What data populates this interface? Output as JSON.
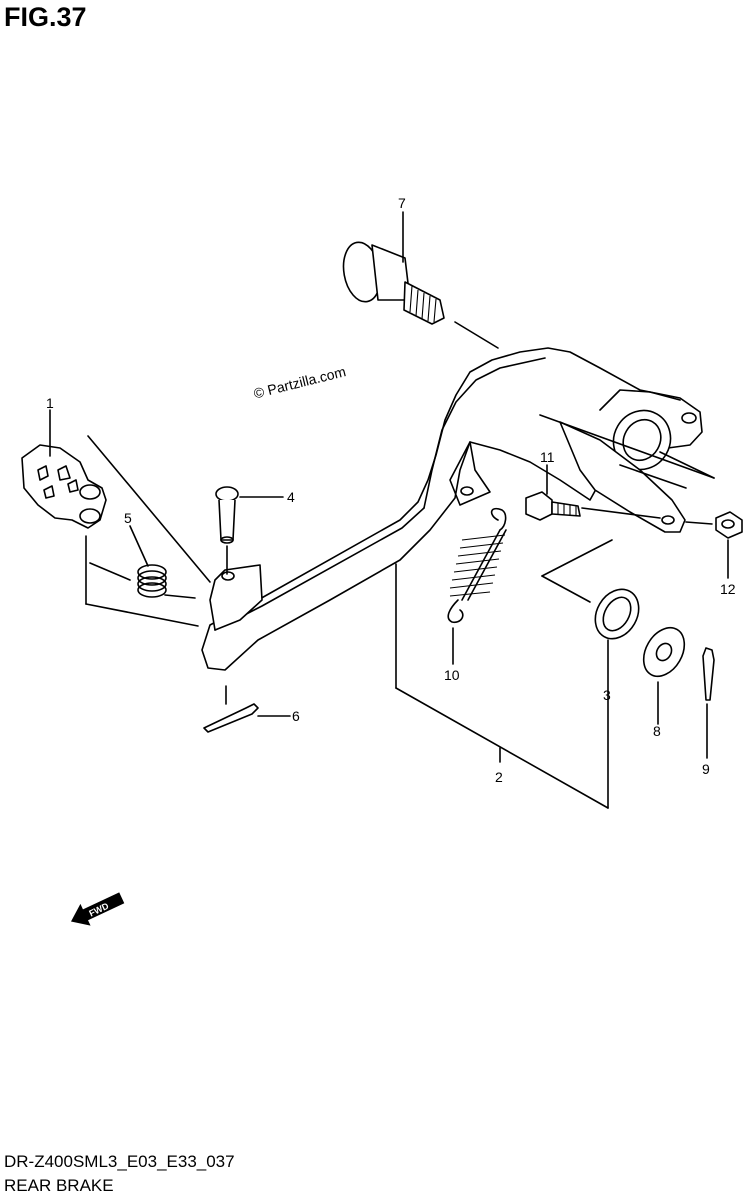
{
  "figure": {
    "title": "FIG.37",
    "watermark": "© Partzilla.com",
    "fwd_label": "FWD"
  },
  "footer": {
    "model_code": "DR-Z400SML3_E03_E33_037",
    "caption": "REAR BRAKE"
  },
  "callouts": [
    {
      "id": "c1",
      "label": "1"
    },
    {
      "id": "c2",
      "label": "2"
    },
    {
      "id": "c3",
      "label": "3"
    },
    {
      "id": "c4",
      "label": "4"
    },
    {
      "id": "c5",
      "label": "5"
    },
    {
      "id": "c6",
      "label": "6"
    },
    {
      "id": "c7",
      "label": "7"
    },
    {
      "id": "c8",
      "label": "8"
    },
    {
      "id": "c9",
      "label": "9"
    },
    {
      "id": "c10",
      "label": "10"
    },
    {
      "id": "c11",
      "label": "11"
    },
    {
      "id": "c12",
      "label": "12"
    }
  ]
}
